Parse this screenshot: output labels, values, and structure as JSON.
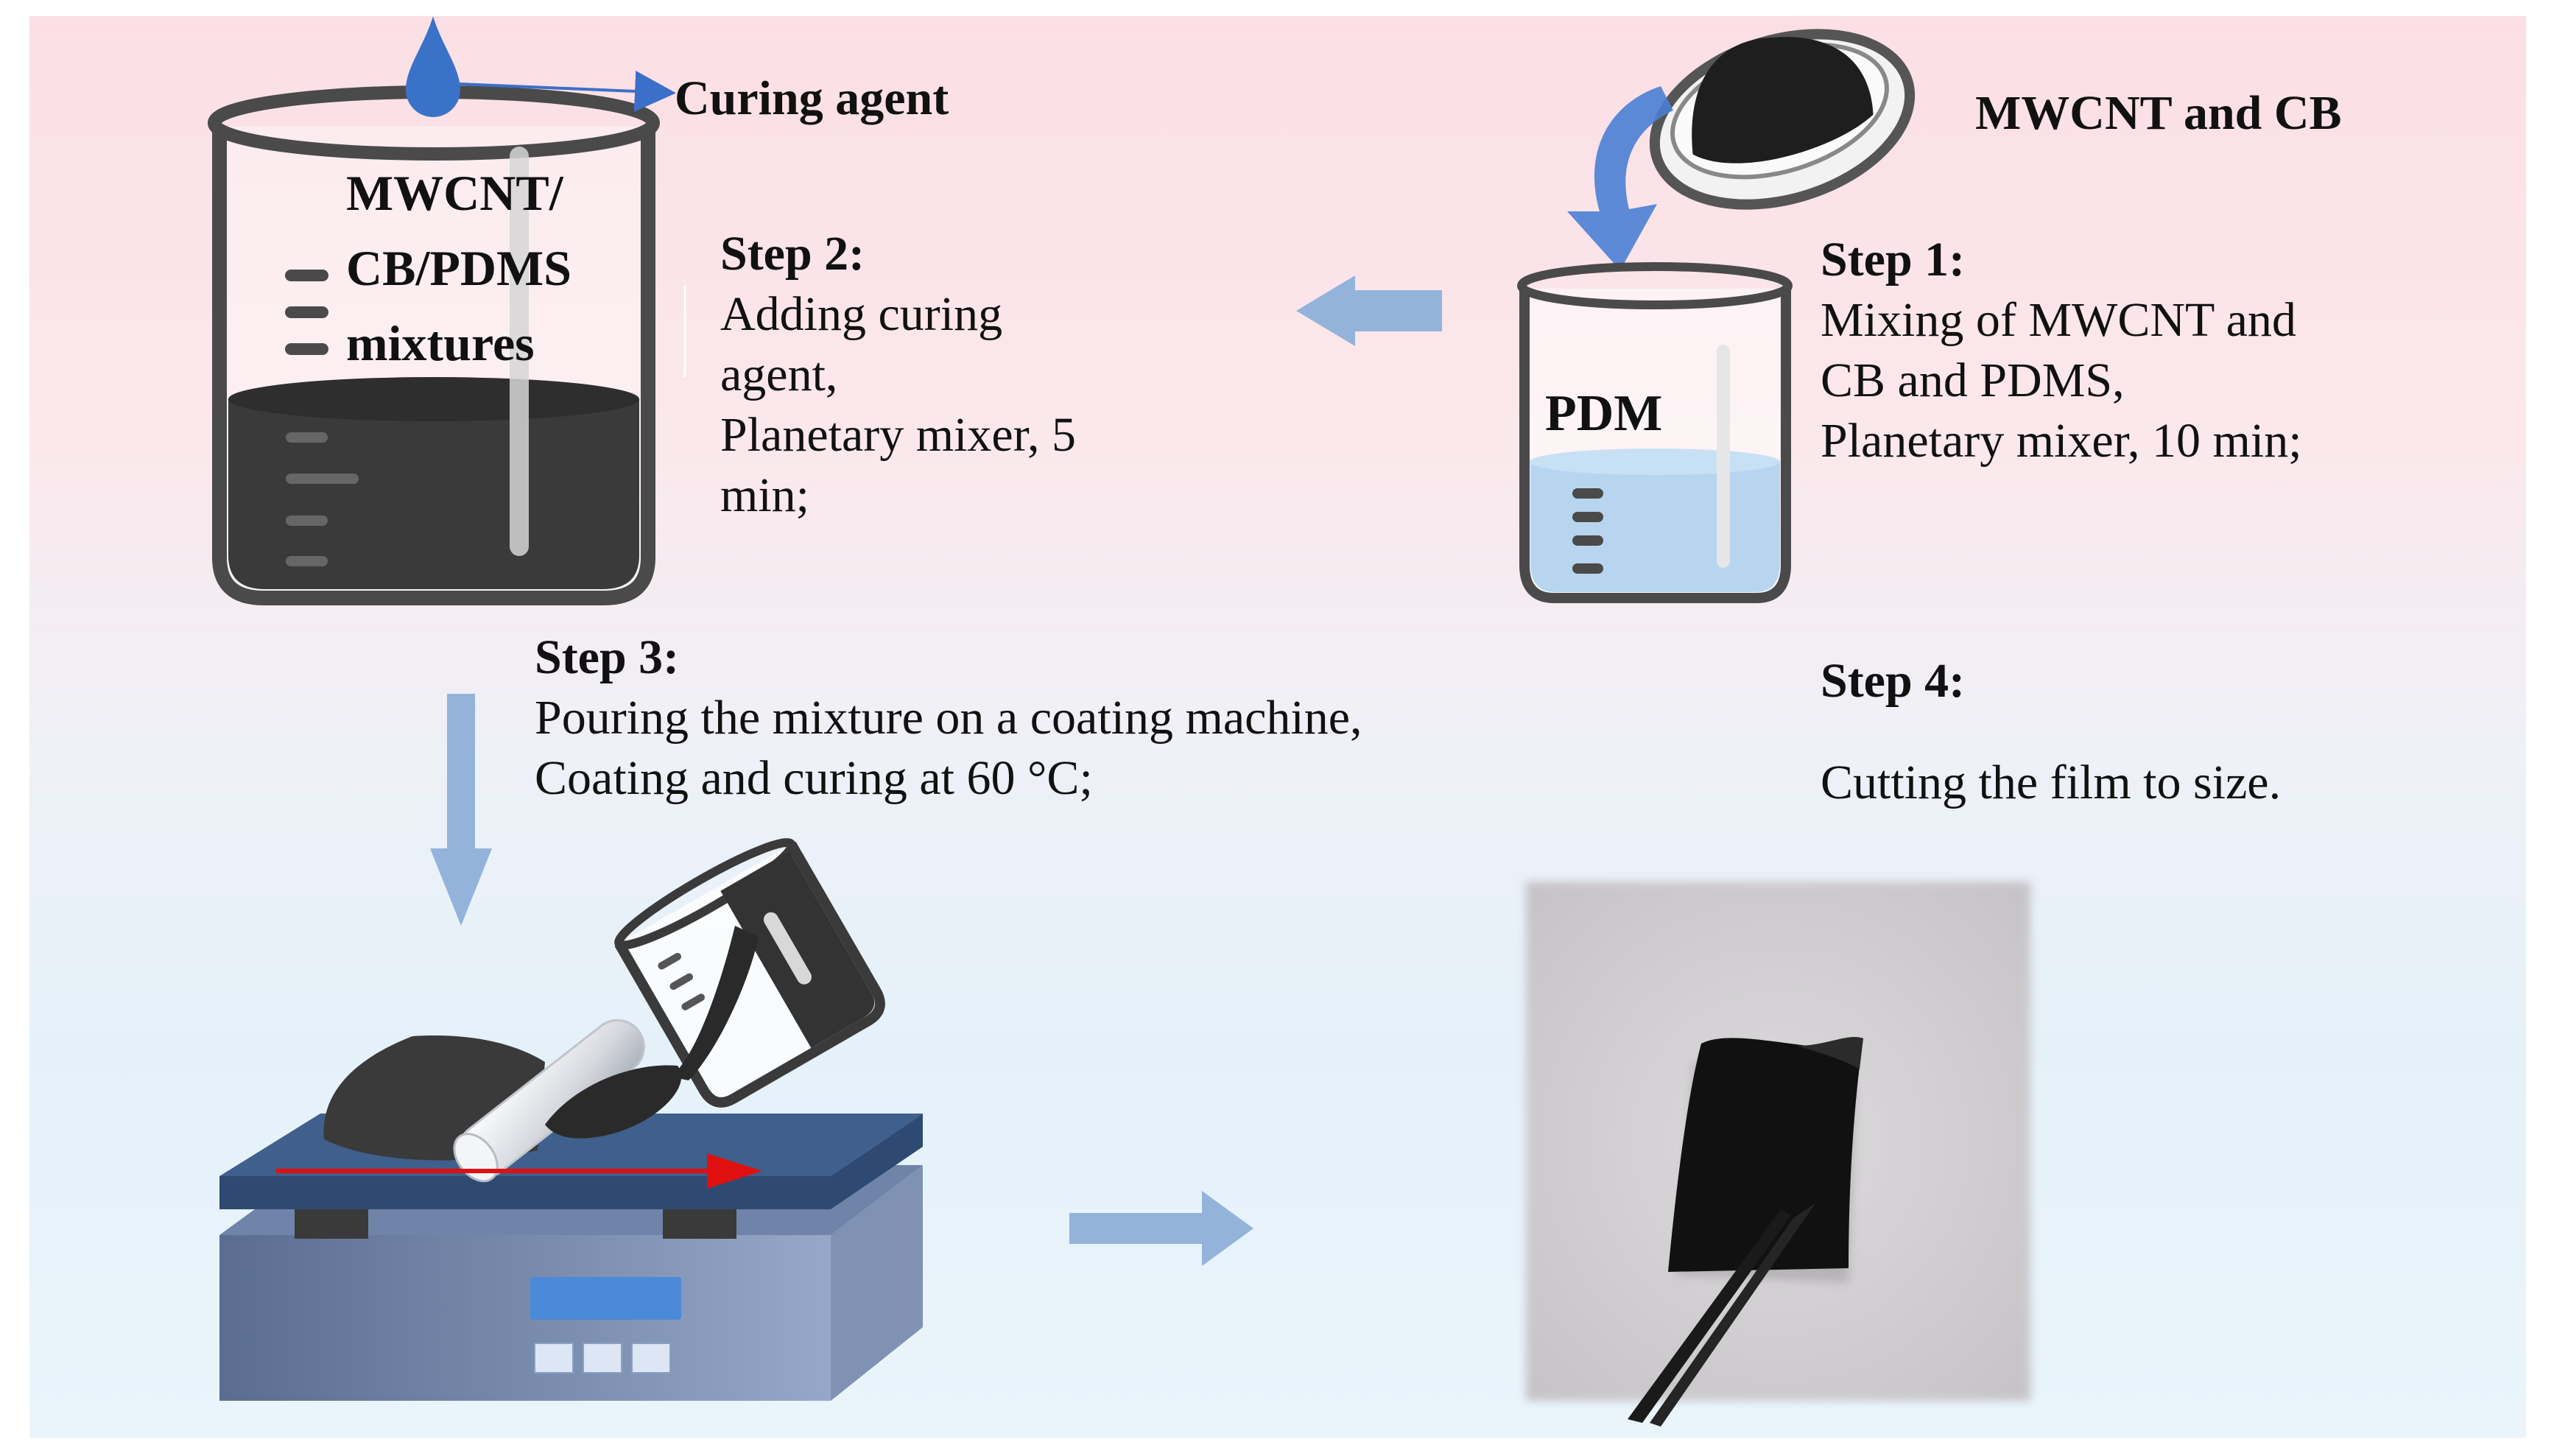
{
  "labels": {
    "curing_agent": "Curing agent",
    "mwcnt_and_cb": "MWCNT and CB",
    "beaker1_line1": "MWCNT/",
    "beaker1_line2": "CB/PDMS",
    "beaker1_line3": "mixtures",
    "beaker2": "PDM"
  },
  "steps": [
    {
      "title": "Step 1:",
      "lines": [
        "Mixing of MWCNT and",
        "CB and PDMS,",
        "Planetary mixer, 10 min;"
      ]
    },
    {
      "title": "Step 2:",
      "lines": [
        "Adding curing",
        "agent,",
        "Planetary mixer, 5",
        "min;"
      ]
    },
    {
      "title": "Step 3:",
      "lines": [
        "Pouring the mixture on a coating machine,",
        "Coating and curing at 60 °C;"
      ]
    },
    {
      "title": "Step 4:",
      "lines": [
        "Cutting the film to size."
      ]
    }
  ],
  "colors": {
    "flow_arrow": "#93b3da",
    "curing_arrow": "#3b6fc9",
    "drop": "#3a72c8",
    "pdms_liquid": "#b7d5ef",
    "mixture": "#3a3a3a",
    "coater_top": "#36557f",
    "coater_body": "#8a9ab8",
    "display": "#4a8ad8",
    "motion_arrow": "#e01010"
  }
}
